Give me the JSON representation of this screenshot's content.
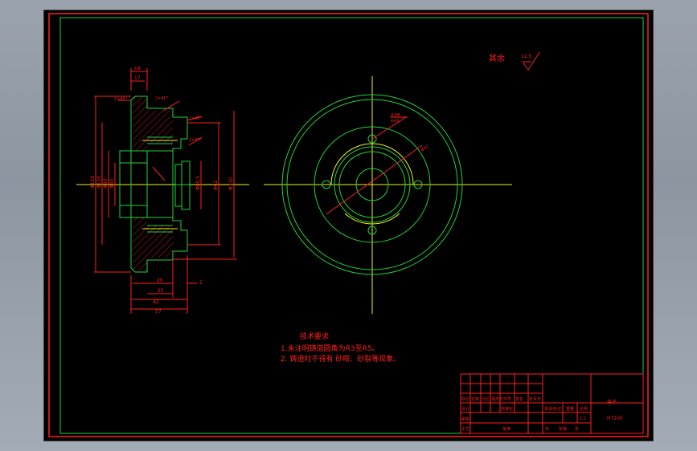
{
  "drawing": {
    "background": "#000000",
    "border_color": "#ff2020",
    "geometry_color": "#21d43a",
    "centerline_color": "#f2f20f",
    "dimension_color": "#ff2020"
  },
  "surface_finish": {
    "label": "其余",
    "value": "12.5"
  },
  "technical_requirements": {
    "title": "技术要求",
    "items": [
      "1.未注明铸造圆角为R3至R5。",
      "2. 铸造时不得有 砂眼、砂裂等现象。"
    ]
  },
  "section_dims": {
    "top_19": "19",
    "top_17": "17",
    "chamfer_a": "2×45°",
    "chamfer_b": "2×45°",
    "chamfer_c": "2×45°",
    "chamfer_d": "2×45°",
    "dia_150": "Φ150",
    "dia_120": "Φ120",
    "dia_90": "Φ90",
    "dia_60": "Φ60",
    "dia_60_5": "Φ60.5",
    "dia_62": "Φ62",
    "dia_110": "Φ110",
    "bottom_20": "20",
    "bottom_25": "25",
    "bottom_2": "2",
    "bottom_42": "42",
    "bottom_57": "57"
  },
  "front_dims": {
    "hole_pattern": "4-Φ8",
    "hole_depth": "Φ8深",
    "pcd": "Φ92"
  },
  "title_block": {
    "part_name": "电子",
    "material": "HT200",
    "scale": "1:2",
    "cells": [
      "标记",
      "处数",
      "分区",
      "更改文件号",
      "签名",
      "年月日",
      "设计",
      "标准化",
      "阶段标记",
      "重量",
      "比例",
      "审核",
      "工艺",
      "批准",
      "共",
      "张第",
      "张"
    ]
  }
}
